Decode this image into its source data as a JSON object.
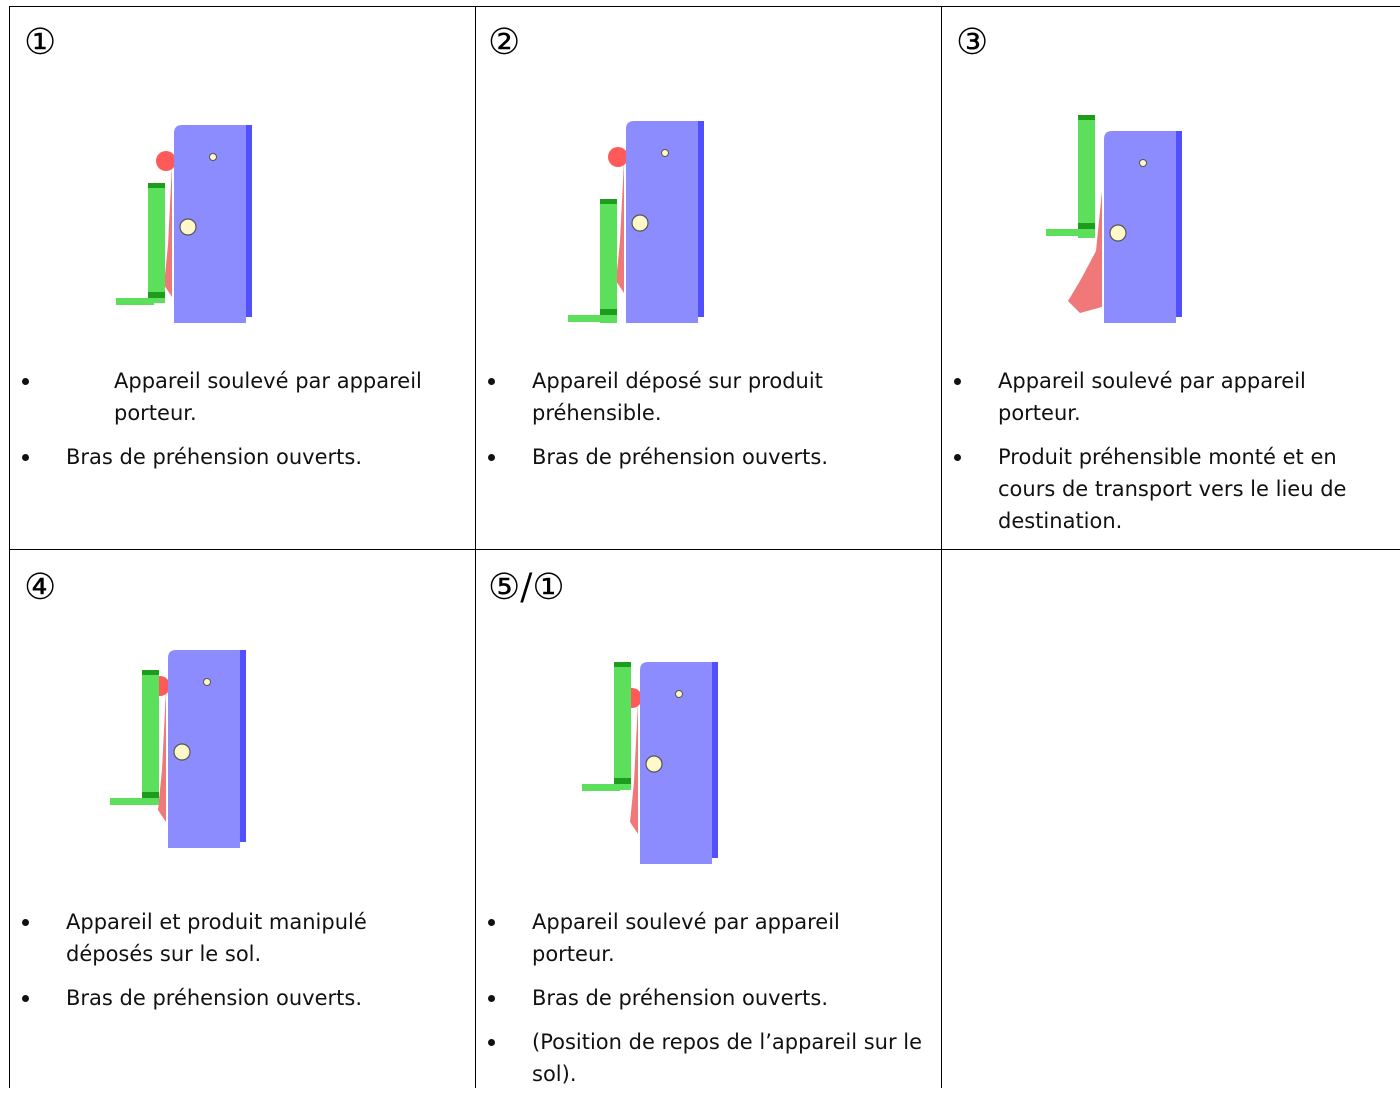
{
  "cells": [
    {
      "number": "①",
      "bullets": [
        "Appareil soulevé par appareil porteur.",
        "Bras de préhension ouverts."
      ]
    },
    {
      "number": "②",
      "bullets": [
        "Appareil déposé sur produit préhensible.",
        "Bras de préhension ouverts."
      ]
    },
    {
      "number": "③",
      "bullets": [
        "Appareil soulevé par appareil porteur.",
        "Produit préhensible monté et en cours de transport vers le lieu de destination."
      ]
    },
    {
      "number": "④",
      "bullets": [
        "Appareil et produit manipulé déposés sur le sol.",
        "Bras de préhension ouverts."
      ]
    },
    {
      "number": "⑤/①",
      "bullets": [
        "Appareil soulevé par appareil porteur.",
        "Bras de préhension ouverts.",
        "(Position de repos de l’appareil sur le sol)."
      ]
    }
  ],
  "colors": {
    "body": "#8c8cff",
    "body_edge": "#5050ff",
    "arm": "#5ce05c",
    "arm_dark": "#1d9c1d",
    "gripper": "#f07878",
    "knob": "#ff5a5a",
    "pin": "#fff8c8"
  }
}
